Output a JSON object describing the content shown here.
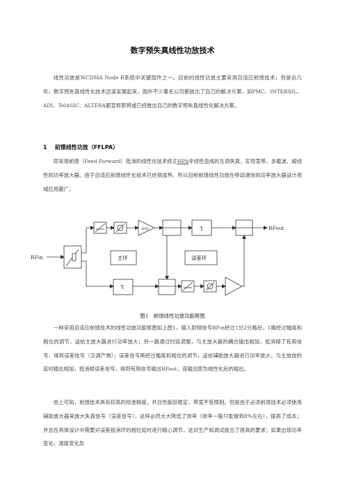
{
  "title": "数字预失真线性功放技术",
  "intro": "线性功放是WCDMA Node B系统中关键部件之一。目前的线性功放主要采用自适应前馈技术；但是近几年，数字预失真线性化技术迅速发展起来，国外不少著名公司都提出了自己的解决方案，如PMC、INTERSIL、ADI、TelASIC、ALTERA都宣称即将或已经推出自己的数字预失真线性化解决方案。",
  "section1": {
    "number": "1",
    "title": "前馈线性功放（FFLPA）",
    "para_before": "即采用前馈（Feed Forward）抵消的线性化技术修正",
    "para_hpa": "HPA",
    "para_after": "非线性造成的互调失真，实现宽带、多载波、超线性的功率放大器。由于自适应前馈线性化技术已经很成熟，所以目前前馈线性功放在移动通信的功率放大器设计领域应用最广。"
  },
  "diagram": {
    "rfin": "RFin",
    "rfout": "RFout",
    "hpa": "HPA",
    "tau": "τ",
    "main_loop": "主环",
    "error_loop": "误差环"
  },
  "figure_caption": "图1　前馈线性功放功能框图",
  "para3": "一种采用自适应前馈技术的线性功放功能框图如上图1，输入射频信号RFin经过1分2分路后，1路经过幅度和相位的调节，送给主放大器进行功率放大；另一路通过时延调整，与主放大器的耦合输出相加，抵消掉了有用信号，得到误差信号（交调产物）；误差信号再经过幅度和相位的调节，送给辅助放大器进行功率放大，与主放放的延时输出相加，抵消掉误差信号，得到有用信号输出RFout，该输出即为线性化后的输出。",
  "para4": "由上可知，前馈技术具有较高的校准精度，并且性能较稳定，带宽不受限制。但是由于必须前馈技术必须使用辅助放大器来放大失真信号（误差信号），这样必然大大降低了效率（效率一般只能做到8%左右），提高了成本；并且在具体设计中需要对误差抵消环的相位延时进行精心调节，这对生产和调试提出了很高的要求；如果出现功率变化、温度变化及"
}
